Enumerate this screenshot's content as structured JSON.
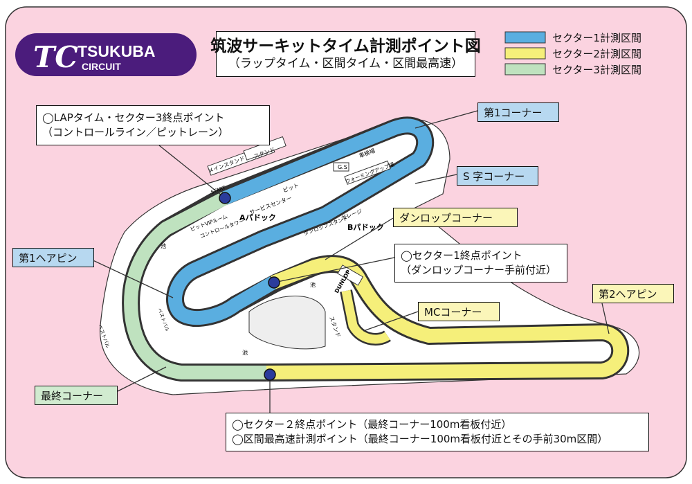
{
  "colors": {
    "page_bg": "#fbd3e0",
    "logo_purple": "#4b1c7c",
    "sector1": "#5aaee0",
    "sector2": "#f5ef7a",
    "sector3": "#bfe2bf",
    "point_fill": "#2b3c9c"
  },
  "logo": {
    "line1": "TSUKUBA",
    "line2": "CIRCUIT",
    "mark": "TC"
  },
  "title": {
    "main": "筑波サーキットタイム計測ポイント図",
    "sub": "（ラップタイム・区間タイム・区間最高速）"
  },
  "legend": [
    {
      "label": "セクター1計測区間",
      "color": "#5aaee0"
    },
    {
      "label": "セクター2計測区間",
      "color": "#f5ef7a"
    },
    {
      "label": "セクター3計測区間",
      "color": "#bfe2bf"
    }
  ],
  "callouts": {
    "lap_point_line1": "◯LAPタイム・セクター3終点ポイント",
    "lap_point_line2": "（コントロールライン／ピットレーン）",
    "corner1": "第1コーナー",
    "s_corner": "S 字コーナー",
    "dunlop_corner": "ダンロップコーナー",
    "sector1_end_line1": "◯セクター1終点ポイント",
    "sector1_end_line2": "（ダンロップコーナー手前付近）",
    "hairpin1": "第1ヘアピン",
    "mc_corner": "MCコーナー",
    "hairpin2": "第2ヘアピン",
    "final_corner": "最終コーナー",
    "sector2_end": "◯セクター２終点ポイント（最終コーナー100m看板付近）",
    "speed_point": "◯区間最高速計測ポイント（最終コーナー100m看板付近とその手前30m区間）"
  },
  "map_labels": {
    "main_stand": "メインスタンド",
    "stand": "スタンド",
    "gs": "G.S",
    "parking": "車検場",
    "warmup": "ウォーミングアップ場",
    "pit": "ピット",
    "service_center": "サービスセンター",
    "a_paddock": "Aパドック",
    "start": "START",
    "pit_vip": "ピットVIPルーム",
    "control_tower": "コントロールタワー",
    "dunlop_stand": "ダンロップスタンド",
    "garage": "ガレージ",
    "b_paddock": "Bパドック",
    "dunlop_bridge": "DUNLOP",
    "pond": "池",
    "stand_v": "スタンド",
    "kanko": "ベストバル"
  }
}
